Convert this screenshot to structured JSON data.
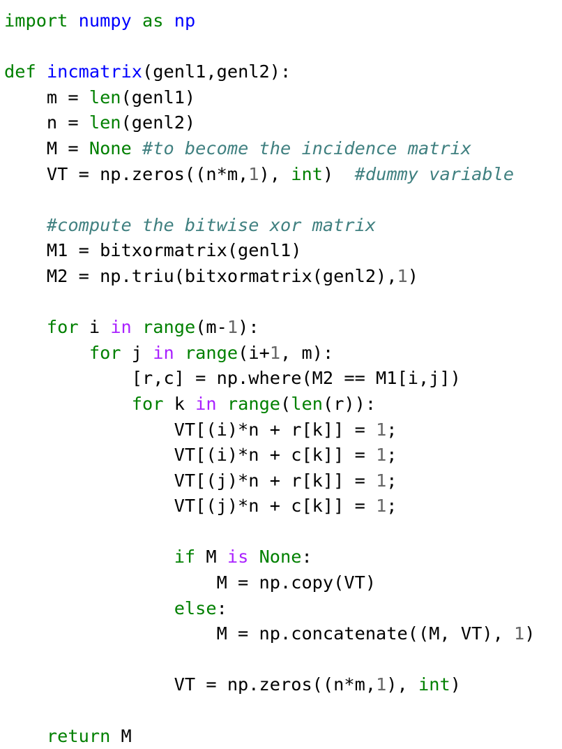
{
  "document": {
    "kind": "source-code-listing",
    "language": "Python",
    "background_color": "#ffffff"
  },
  "theme": {
    "keyword_color": "#008000",
    "builtin_color": "#008000",
    "namespace_color": "#0000ff",
    "function_name_color": "#0000ff",
    "operator_word_color": "#aa22ff",
    "number_color": "#666666",
    "comment_color": "#408080",
    "text_color": "#000000"
  },
  "code": {
    "lines": [
      [
        {
          "t": "import",
          "c": "kw"
        },
        {
          "t": " ",
          "c": "plain"
        },
        {
          "t": "numpy",
          "c": "ns"
        },
        {
          "t": " ",
          "c": "plain"
        },
        {
          "t": "as",
          "c": "kw"
        },
        {
          "t": " ",
          "c": "plain"
        },
        {
          "t": "np",
          "c": "ns"
        }
      ],
      [],
      [
        {
          "t": "def",
          "c": "kw"
        },
        {
          "t": " ",
          "c": "plain"
        },
        {
          "t": "incmatrix",
          "c": "fn"
        },
        {
          "t": "(genl1,genl2):",
          "c": "plain"
        }
      ],
      [
        {
          "t": "    m = ",
          "c": "plain"
        },
        {
          "t": "len",
          "c": "builtin"
        },
        {
          "t": "(genl1)",
          "c": "plain"
        }
      ],
      [
        {
          "t": "    n = ",
          "c": "plain"
        },
        {
          "t": "len",
          "c": "builtin"
        },
        {
          "t": "(genl2)",
          "c": "plain"
        }
      ],
      [
        {
          "t": "    M = ",
          "c": "plain"
        },
        {
          "t": "None",
          "c": "builtin"
        },
        {
          "t": " ",
          "c": "plain"
        },
        {
          "t": "#to become the incidence matrix",
          "c": "comment"
        }
      ],
      [
        {
          "t": "    VT = np.zeros((n*m,",
          "c": "plain"
        },
        {
          "t": "1",
          "c": "num"
        },
        {
          "t": "), ",
          "c": "plain"
        },
        {
          "t": "int",
          "c": "builtin"
        },
        {
          "t": ")  ",
          "c": "plain"
        },
        {
          "t": "#dummy variable",
          "c": "comment"
        }
      ],
      [],
      [
        {
          "t": "    ",
          "c": "plain"
        },
        {
          "t": "#compute the bitwise xor matrix",
          "c": "comment"
        }
      ],
      [
        {
          "t": "    M1 = bitxormatrix(genl1)",
          "c": "plain"
        }
      ],
      [
        {
          "t": "    M2 = np.triu(bitxormatrix(genl2),",
          "c": "plain"
        },
        {
          "t": "1",
          "c": "num"
        },
        {
          "t": ")",
          "c": "plain"
        }
      ],
      [],
      [
        {
          "t": "    ",
          "c": "plain"
        },
        {
          "t": "for",
          "c": "kw"
        },
        {
          "t": " i ",
          "c": "plain"
        },
        {
          "t": "in",
          "c": "op"
        },
        {
          "t": " ",
          "c": "plain"
        },
        {
          "t": "range",
          "c": "builtin"
        },
        {
          "t": "(m-",
          "c": "plain"
        },
        {
          "t": "1",
          "c": "num"
        },
        {
          "t": "):",
          "c": "plain"
        }
      ],
      [
        {
          "t": "        ",
          "c": "plain"
        },
        {
          "t": "for",
          "c": "kw"
        },
        {
          "t": " j ",
          "c": "plain"
        },
        {
          "t": "in",
          "c": "op"
        },
        {
          "t": " ",
          "c": "plain"
        },
        {
          "t": "range",
          "c": "builtin"
        },
        {
          "t": "(i+",
          "c": "plain"
        },
        {
          "t": "1",
          "c": "num"
        },
        {
          "t": ", m):",
          "c": "plain"
        }
      ],
      [
        {
          "t": "            [r,c] = np.where(M2 == M1[i,j])",
          "c": "plain"
        }
      ],
      [
        {
          "t": "            ",
          "c": "plain"
        },
        {
          "t": "for",
          "c": "kw"
        },
        {
          "t": " k ",
          "c": "plain"
        },
        {
          "t": "in",
          "c": "op"
        },
        {
          "t": " ",
          "c": "plain"
        },
        {
          "t": "range",
          "c": "builtin"
        },
        {
          "t": "(",
          "c": "plain"
        },
        {
          "t": "len",
          "c": "builtin"
        },
        {
          "t": "(r)):",
          "c": "plain"
        }
      ],
      [
        {
          "t": "                VT[(i)*n + r[k]] = ",
          "c": "plain"
        },
        {
          "t": "1",
          "c": "num"
        },
        {
          "t": ";",
          "c": "plain"
        }
      ],
      [
        {
          "t": "                VT[(i)*n + c[k]] = ",
          "c": "plain"
        },
        {
          "t": "1",
          "c": "num"
        },
        {
          "t": ";",
          "c": "plain"
        }
      ],
      [
        {
          "t": "                VT[(j)*n + r[k]] = ",
          "c": "plain"
        },
        {
          "t": "1",
          "c": "num"
        },
        {
          "t": ";",
          "c": "plain"
        }
      ],
      [
        {
          "t": "                VT[(j)*n + c[k]] = ",
          "c": "plain"
        },
        {
          "t": "1",
          "c": "num"
        },
        {
          "t": ";",
          "c": "plain"
        }
      ],
      [],
      [
        {
          "t": "                ",
          "c": "plain"
        },
        {
          "t": "if",
          "c": "kw"
        },
        {
          "t": " M ",
          "c": "plain"
        },
        {
          "t": "is",
          "c": "op"
        },
        {
          "t": " ",
          "c": "plain"
        },
        {
          "t": "None",
          "c": "builtin"
        },
        {
          "t": ":",
          "c": "plain"
        }
      ],
      [
        {
          "t": "                    M = np.copy(VT)",
          "c": "plain"
        }
      ],
      [
        {
          "t": "                ",
          "c": "plain"
        },
        {
          "t": "else",
          "c": "kw"
        },
        {
          "t": ":",
          "c": "plain"
        }
      ],
      [
        {
          "t": "                    M = np.concatenate((M, VT), ",
          "c": "plain"
        },
        {
          "t": "1",
          "c": "num"
        },
        {
          "t": ")",
          "c": "plain"
        }
      ],
      [],
      [
        {
          "t": "                VT = np.zeros((n*m,",
          "c": "plain"
        },
        {
          "t": "1",
          "c": "num"
        },
        {
          "t": "), ",
          "c": "plain"
        },
        {
          "t": "int",
          "c": "builtin"
        },
        {
          "t": ")",
          "c": "plain"
        }
      ],
      [],
      [
        {
          "t": "    ",
          "c": "plain"
        },
        {
          "t": "return",
          "c": "kw"
        },
        {
          "t": " M",
          "c": "plain"
        }
      ]
    ],
    "plain_text": "import numpy as np\n\ndef incmatrix(genl1,genl2):\n    m = len(genl1)\n    n = len(genl2)\n    M = None #to become the incidence matrix\n    VT = np.zeros((n*m,1), int)  #dummy variable\n\n    #compute the bitwise xor matrix\n    M1 = bitxormatrix(genl1)\n    M2 = np.triu(bitxormatrix(genl2),1)\n\n    for i in range(m-1):\n        for j in range(i+1, m):\n            [r,c] = np.where(M2 == M1[i,j])\n            for k in range(len(r)):\n                VT[(i)*n + r[k]] = 1;\n                VT[(i)*n + c[k]] = 1;\n                VT[(j)*n + r[k]] = 1;\n                VT[(j)*n + c[k]] = 1;\n\n                if M is None:\n                    M = np.copy(VT)\n                else:\n                    M = np.concatenate((M, VT), 1)\n\n                VT = np.zeros((n*m,1), int)\n\n    return M"
  }
}
